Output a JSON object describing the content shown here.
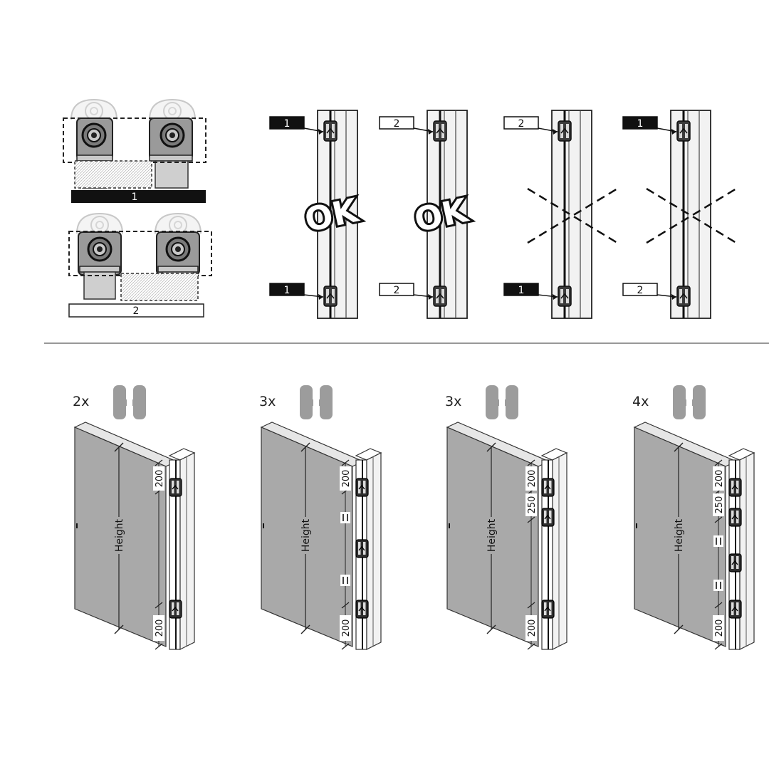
{
  "variant_labels": {
    "one": "1",
    "two": "2"
  },
  "top_panels": [
    {
      "top_tag": "1",
      "top_tag_style": "dark",
      "bottom_tag": "1",
      "bottom_tag_style": "dark",
      "verdict": "OK",
      "status": "ok"
    },
    {
      "top_tag": "2",
      "top_tag_style": "light",
      "bottom_tag": "2",
      "bottom_tag_style": "light",
      "verdict": "OK",
      "status": "ok"
    },
    {
      "top_tag": "2",
      "top_tag_style": "light",
      "bottom_tag": "1",
      "bottom_tag_style": "dark",
      "verdict": "",
      "status": "crossed"
    },
    {
      "top_tag": "1",
      "top_tag_style": "dark",
      "bottom_tag": "2",
      "bottom_tag_style": "light",
      "verdict": "",
      "status": "crossed"
    }
  ],
  "door_configs": [
    {
      "count_label": "2x",
      "hinge_count": 2,
      "height_label": "Height",
      "dims": {
        "top": "200",
        "second": "",
        "bottom": "200",
        "equal": false
      }
    },
    {
      "count_label": "3x",
      "hinge_count": 3,
      "height_label": "Height",
      "dims": {
        "top": "200",
        "second": "",
        "bottom": "200",
        "equal": true
      }
    },
    {
      "count_label": "3x",
      "hinge_count": 3,
      "height_label": "Height",
      "dims": {
        "top": "200",
        "second": "250",
        "bottom": "200",
        "equal": false
      }
    },
    {
      "count_label": "4x",
      "hinge_count": 4,
      "height_label": "Height",
      "dims": {
        "top": "200",
        "second": "250",
        "bottom": "200",
        "equal": true
      }
    }
  ],
  "colors": {
    "door": "#a9a9a9",
    "door_edge": "#e6e6e6",
    "frame": "#f2f2f2",
    "hinge_icon": "#9c9c9c",
    "tag_dark": "#111111",
    "divider": "#777777"
  }
}
